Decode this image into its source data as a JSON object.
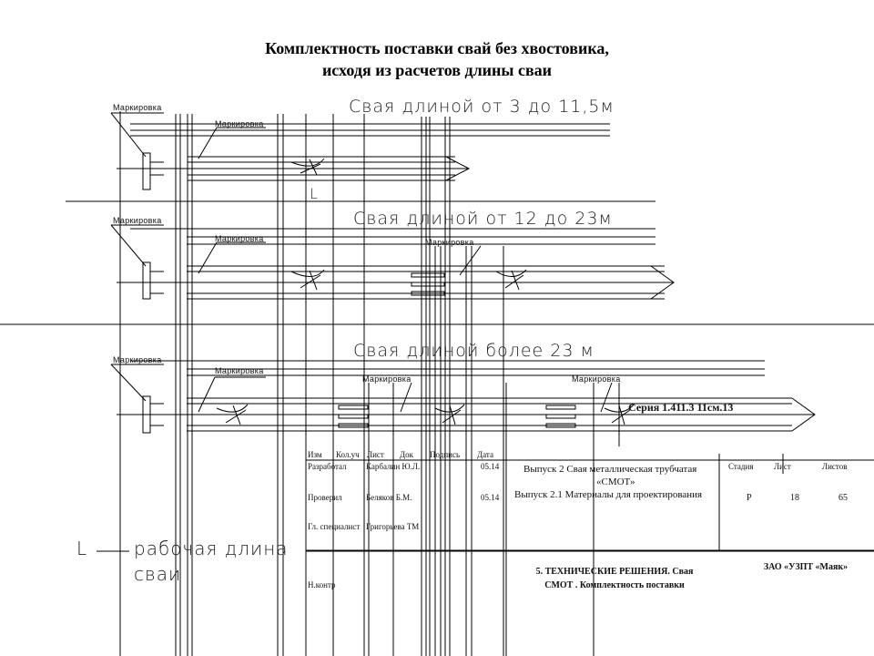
{
  "title_line1": "Комплектность поставки свай без хвостовика,",
  "title_line2": "исходя из расчетов длины сваи",
  "section1": "Свая длиной от 3 до 11,5м",
  "section2": "Свая длиной от 12 до 23м",
  "section3": "Свая длиной более 23 м",
  "marking": "Маркировка",
  "L_symbol": "L",
  "legend_text1": "рабочая длина",
  "legend_text2": "сваи",
  "series": "Серия 1.411.3 11см.13",
  "title_block": {
    "headers": [
      "Изм",
      "Кол.уч",
      "Лист",
      "Док",
      "Подпись",
      "Дата"
    ],
    "roles": [
      "Разработал",
      "Проверил",
      "Гл. специалист",
      "Н.контр"
    ],
    "names": [
      "Карбалин Ю.Л.",
      "Беляков Б.М.",
      "Григорьева ТМ"
    ],
    "dates": [
      "05.14",
      "05.14"
    ],
    "description1": "Выпуск 2 Свая металлическая трубчатая",
    "description2": "«СМОТ»",
    "description3": "Выпуск 2.1 Материалы для проектирования",
    "stage_label": "Стадия",
    "sheet_label": "Лист",
    "sheets_label": "Листов",
    "stage": "Р",
    "sheet": "18",
    "sheets": "65",
    "section_title1": "5. ТЕХНИЧЕСКИЕ РЕШЕНИЯ. Свая",
    "section_title2": "СМОТ . Комплектность поставки",
    "company": "ЗАО «УЗПТ «Маяк»"
  }
}
